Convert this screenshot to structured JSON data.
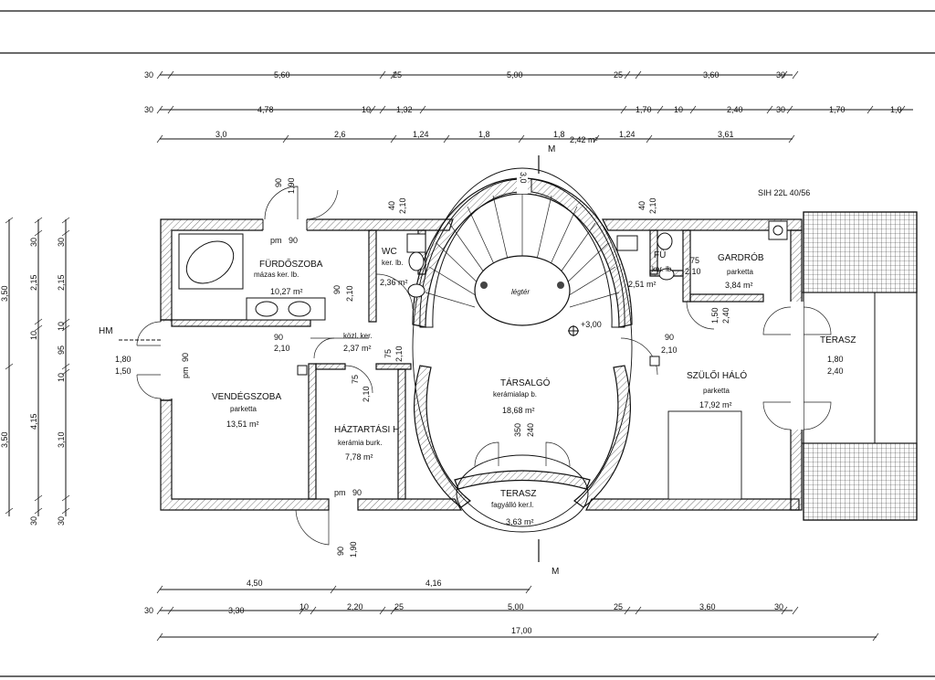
{
  "sheet": {
    "drawing_number": "SIH 22L 40/56"
  },
  "rooms": {
    "furdoszoba": {
      "name": "FÜRDŐSZOBA",
      "finish": "mázas ker. lb.",
      "area": "10,27 m²"
    },
    "wc1": {
      "name": "WC",
      "finish": "ker. lb.",
      "area": "2,36 m²"
    },
    "kozl": {
      "name": "közl. ker.",
      "area": "2,37 m²"
    },
    "vendeg": {
      "name": "VENDÉGSZOBA",
      "finish": "parketta",
      "area": "13,51 m²"
    },
    "haztartasi": {
      "name": "HÁZTARTÁSI H.",
      "finish": "kerámia burk.",
      "area": "7,78 m²"
    },
    "legter": {
      "name": "légtér"
    },
    "tarsalgo": {
      "name": "TÁRSALGÓ",
      "finish": "kerámialap b.",
      "area": "18,68 m²"
    },
    "terasz_front": {
      "name": "TERASZ",
      "finish": "fagyálló ker.l.",
      "area": "3,63 m²"
    },
    "fu": {
      "name": "FÜ",
      "finish": "ker. lb.",
      "area": "2,51 m²"
    },
    "gardrob": {
      "name": "GARDRÓB",
      "finish": "parketta",
      "area": "3,84 m²"
    },
    "szuloi": {
      "name": "SZÜLŐI HÁLÓ",
      "finish": "parketta",
      "area": "17,92 m²"
    },
    "terasz_side": {
      "name": "TERASZ"
    }
  },
  "labels": {
    "hm": "HM",
    "section_top": "M",
    "section_bottom": "M",
    "level": "+3,00",
    "stair_area": "2,42 m²"
  },
  "dims": {
    "top_row1": [
      "30",
      "5,60",
      "25",
      "5,00",
      "25",
      "3,60",
      "30"
    ],
    "top_row2": [
      "30",
      "4,78",
      "10",
      "1,32",
      "1,70",
      "10",
      "2,40",
      "30",
      "1,70",
      "1,0"
    ],
    "top_row3": [
      "3,0",
      "2,6",
      "1,24",
      "1,8",
      "1,8",
      "1,24",
      "3,61"
    ],
    "bottom_row1": [
      "4,50",
      "4,16"
    ],
    "bottom_row2": [
      "30",
      "3,30",
      "10",
      "2,20",
      "25",
      "5,00",
      "25",
      "3,60",
      "30"
    ],
    "bottom_total": "17,00",
    "left_col1": [
      "3,50",
      "3,50"
    ],
    "left_col2": [
      "30",
      "2,15",
      "10",
      "4,15",
      "30"
    ],
    "left_col3": [
      "30",
      "2,15",
      "10",
      "95",
      "10",
      "3,10",
      "30"
    ],
    "doors": {
      "d_bath_top": "90",
      "d_bath_top_h": "1,90",
      "pm_top": "pm",
      "pm_top_w": "90",
      "wc1_w": "40",
      "wc1_h": "2,10",
      "fu_w": "40",
      "fu_h": "2,10",
      "bath_door": "90",
      "bath_door_h": "2,10",
      "kozl_door": "90",
      "kozl_door_h": "2,10",
      "wc_door": "75",
      "wc_door_h": "2,10",
      "guest_win": "1,80",
      "guest_win2": "1,50",
      "guest_pm": "pm",
      "guest_pm_w": "90",
      "hazt_door": "75",
      "hazt_door_h": "2,10",
      "pm_bot": "pm",
      "pm_bot_w": "90",
      "entry_w": "90",
      "entry_h": "1,90",
      "stair_top": "3,0",
      "ter_door_w": "350",
      "ter_door_h": "240",
      "szul_door": "90",
      "szul_door_h": "2,10",
      "gard_door": "75",
      "gard_door_h": "2,10",
      "szul_win": "1,50",
      "szul_win2": "2,40",
      "terasz_win": "1,80",
      "terasz_win2": "2,40"
    }
  }
}
